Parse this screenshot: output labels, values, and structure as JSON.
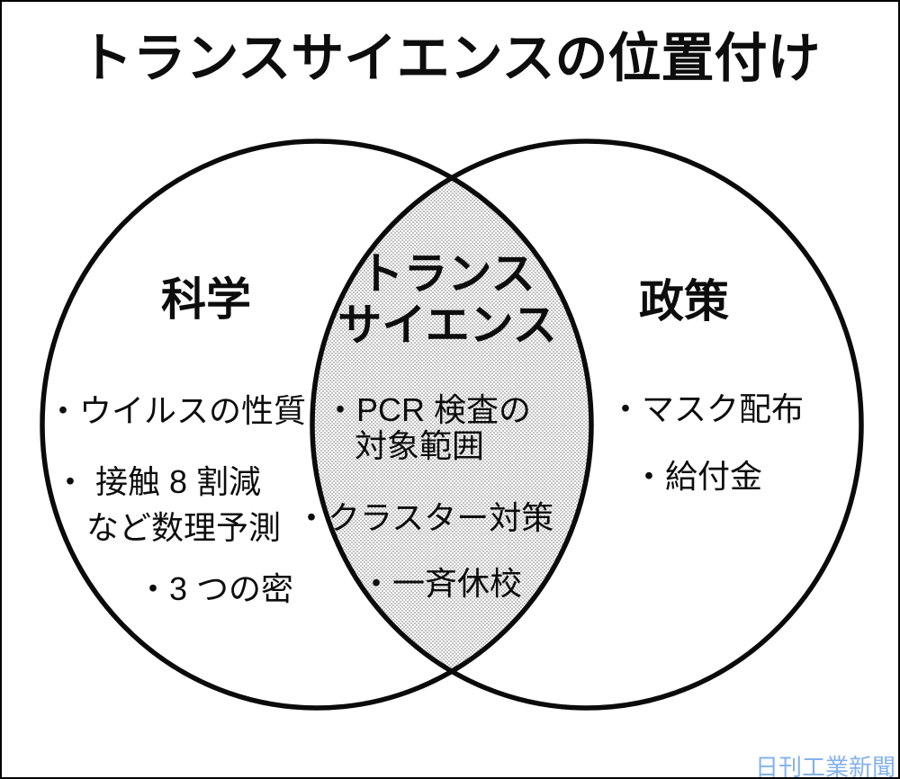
{
  "title": "トランスサイエンスの位置付け",
  "venn": {
    "left": {
      "label": "科学",
      "items": [
        "・ウイルスの性質",
        "・ 接触 8 割減",
        "など数理予測",
        "・3 つの密"
      ]
    },
    "center": {
      "label_line1": "トランス",
      "label_line2": "サイエンス",
      "items": [
        "・PCR 検査の",
        "対象範囲",
        "・クラスター対策",
        "・一斉休校"
      ]
    },
    "right": {
      "label": "政策",
      "items": [
        "・マスク配布",
        "・給付金"
      ]
    }
  },
  "watermark": "日刊工業新聞",
  "colors": {
    "line": "#0b0b0b",
    "intersection_dot": "#969696",
    "watermark_blue": "#84b2ec"
  }
}
